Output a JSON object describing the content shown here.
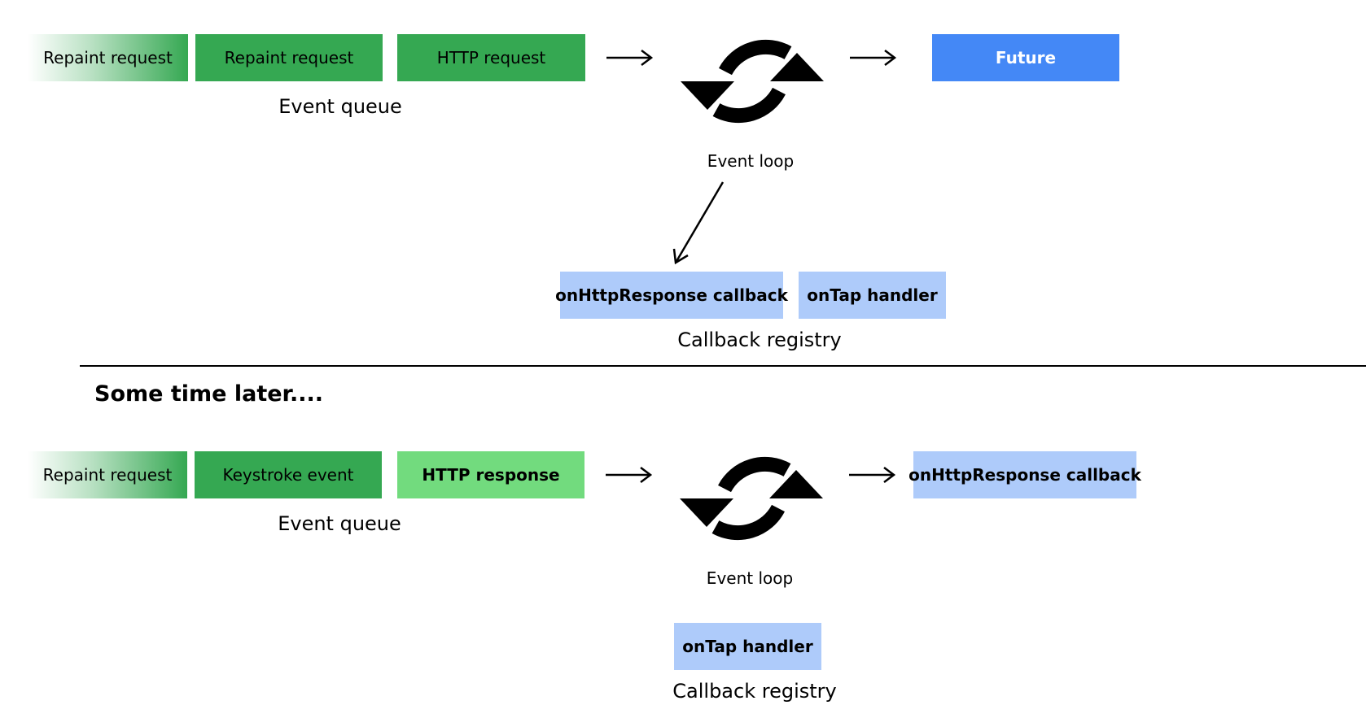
{
  "top": {
    "queue": [
      {
        "label": "Repaint request"
      },
      {
        "label": "Repaint request"
      },
      {
        "label": "HTTP request"
      }
    ],
    "queue_caption": "Event queue",
    "loop_caption": "Event loop",
    "output": "Future",
    "registry": [
      {
        "label": "onHttpResponse callback"
      },
      {
        "label": "onTap handler"
      }
    ],
    "registry_caption": "Callback registry"
  },
  "later_heading": "Some time later....",
  "bottom": {
    "queue": [
      {
        "label": "Repaint request"
      },
      {
        "label": "Keystroke event"
      },
      {
        "label": "HTTP response"
      }
    ],
    "queue_caption": "Event queue",
    "loop_caption": "Event loop",
    "output": "onHttpResponse callback",
    "registry": [
      {
        "label": "onTap handler"
      }
    ],
    "registry_caption": "Callback registry"
  },
  "colors": {
    "queue_green": "#35a852",
    "highlight_green": "#72db7e",
    "future_blue": "#4488f6",
    "callback_blue": "#aecbfa"
  },
  "icons": [
    "event-loop-icon",
    "arrow-right-icon",
    "arrow-down-left-icon"
  ]
}
